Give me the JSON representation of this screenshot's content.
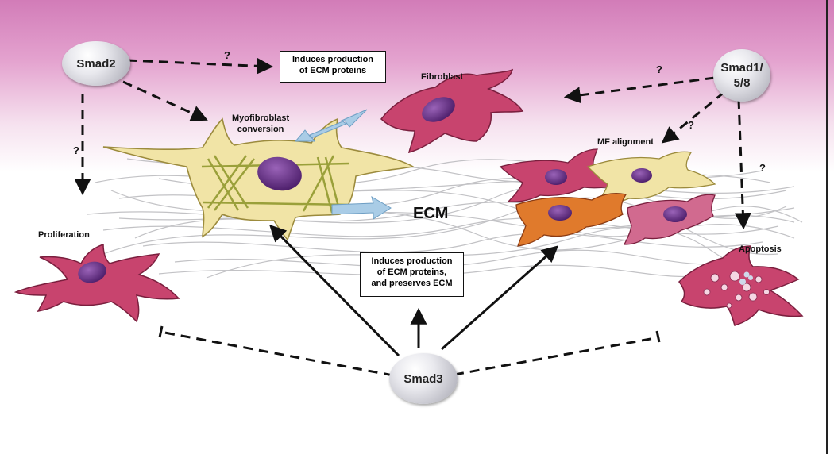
{
  "nodes": {
    "smad2": "Smad2",
    "smad3": "Smad3",
    "smad158_line1": "Smad1/",
    "smad158_line2": "5/8"
  },
  "labels": {
    "fibroblast": "Fibroblast",
    "myofibroblast_line1": "Myofibroblast",
    "myofibroblast_line2": "conversion",
    "mf_alignment": "MF alignment",
    "proliferation": "Proliferation",
    "apoptosis": "Apoptosis",
    "ecm": "ECM"
  },
  "boxes": {
    "top_line1": "Induces production",
    "top_line2": "of ECM proteins",
    "center_line1": "Induces production",
    "center_line2": "of ECM proteins,",
    "center_line3": "and preserves ECM"
  },
  "question_mark": "?",
  "colors": {
    "background_top": "#d27cb8",
    "fibroblast_fill": "#c8446e",
    "myofibroblast_fill": "#f1e4a6",
    "nucleus": "#5e2a7e",
    "blue_arrow": "#a9cce6"
  }
}
